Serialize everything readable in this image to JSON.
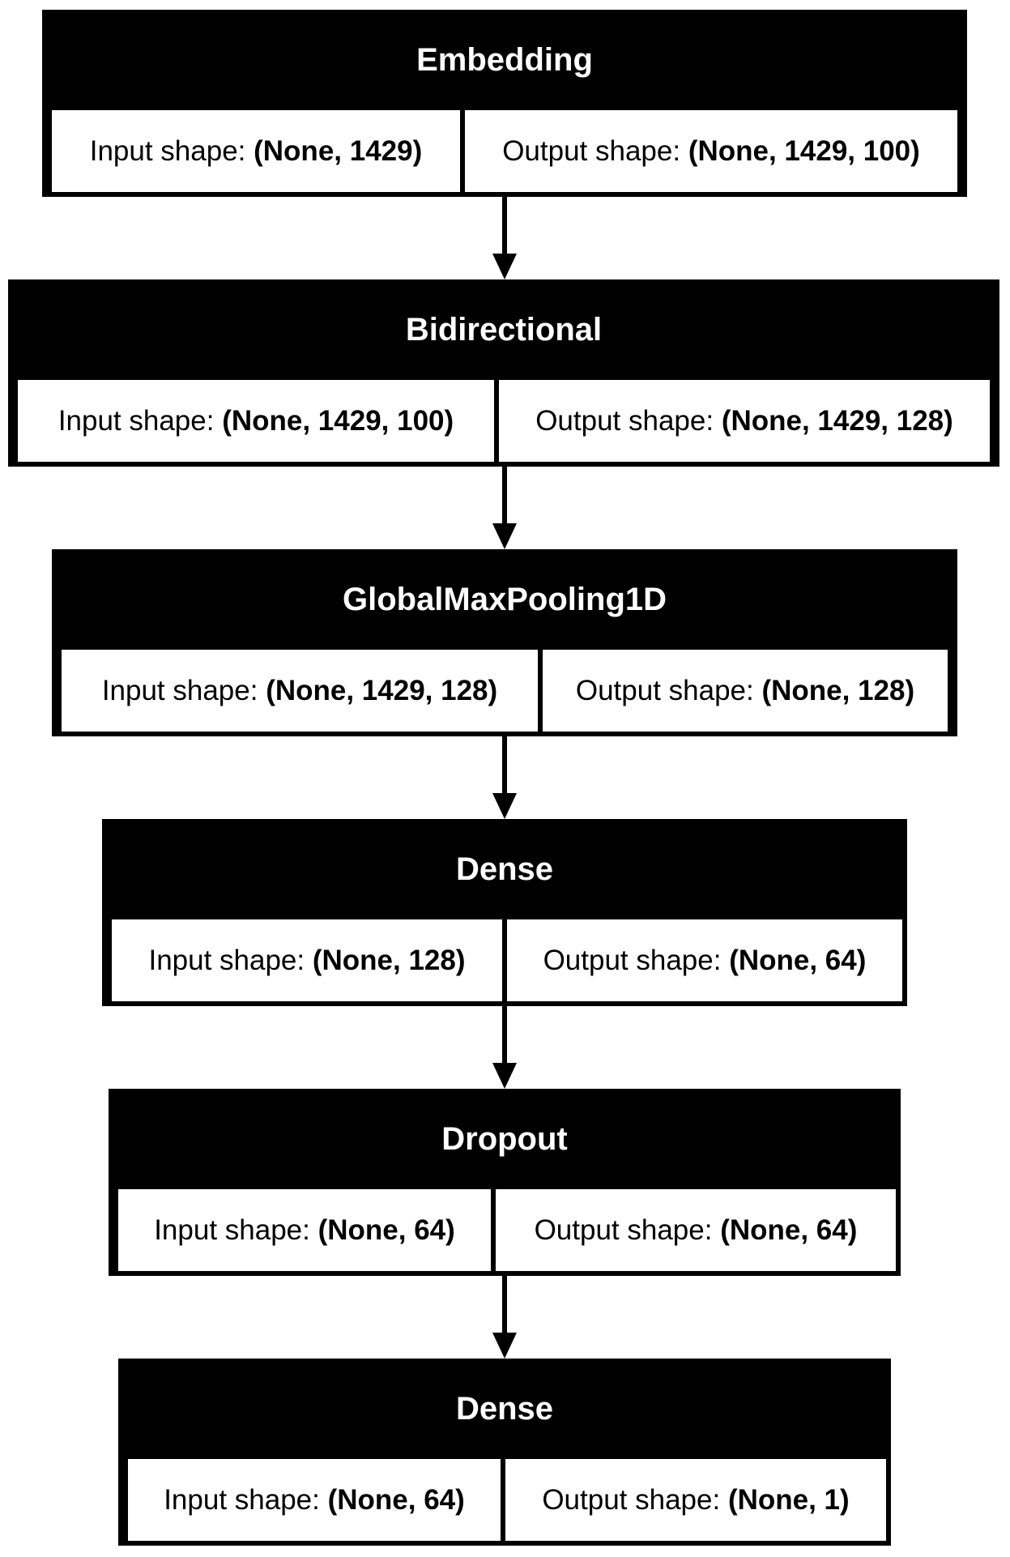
{
  "diagram": {
    "layers": [
      {
        "name": "Embedding",
        "input_label": "Input shape:",
        "input_value": "(None, 1429)",
        "output_label": "Output shape:",
        "output_value": "(None, 1429, 100)"
      },
      {
        "name": "Bidirectional",
        "input_label": "Input shape:",
        "input_value": "(None, 1429, 100)",
        "output_label": "Output shape:",
        "output_value": "(None, 1429, 128)"
      },
      {
        "name": "GlobalMaxPooling1D",
        "input_label": "Input shape:",
        "input_value": "(None, 1429, 128)",
        "output_label": "Output shape:",
        "output_value": "(None, 128)"
      },
      {
        "name": "Dense",
        "input_label": "Input shape:",
        "input_value": "(None, 128)",
        "output_label": "Output shape:",
        "output_value": "(None, 64)"
      },
      {
        "name": "Dropout",
        "input_label": "Input shape:",
        "input_value": "(None, 64)",
        "output_label": "Output shape:",
        "output_value": "(None, 64)"
      },
      {
        "name": "Dense",
        "input_label": "Input shape:",
        "input_value": "(None, 64)",
        "output_label": "Output shape:",
        "output_value": "(None, 1)"
      }
    ],
    "edges": [
      {
        "from": 0,
        "to": 1
      },
      {
        "from": 1,
        "to": 2
      },
      {
        "from": 2,
        "to": 3
      },
      {
        "from": 3,
        "to": 4
      },
      {
        "from": 4,
        "to": 5
      }
    ],
    "colors": {
      "header": "#000000",
      "header_text": "#ffffff",
      "cell_background": "#ffffff",
      "cell_text": "#000000"
    }
  }
}
